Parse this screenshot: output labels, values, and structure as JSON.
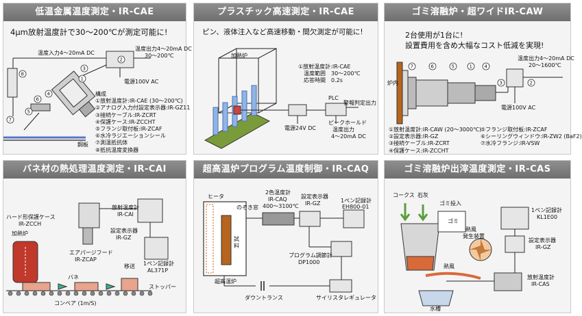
{
  "panels": [
    {
      "title": "低温金属温度測定・IR-CAE",
      "headline": "4μm放射温度計で30〜200℃が測定可能に!",
      "labels": {
        "input": "温度入力4〜20mA DC",
        "output1": "温度出力4〜20mA DC",
        "output2": "30〜200℃",
        "power": "電源100V AC",
        "steel": "鋼板"
      },
      "list_title": "構成",
      "list": [
        "①放射温度計:IR-CAE (30〜200℃)",
        "②アナログ入力付設定表示器:IR-GZ11",
        "③接続ケーブル:IR-ZCRT",
        "④保護ケース:IR-ZCCHT",
        "⑤フランジ取付板:IR-ZCAF",
        "⑥水冷ラジエーションシール",
        "⑦測温抵抗体",
        "⑧抵抗温度変換器"
      ]
    },
    {
      "title": "プラスチック高速測定・IR-CAE",
      "headline": "ピン、液体注入など高速移動・間欠測定が可能に!",
      "labels": {
        "furnace": "加熱炉",
        "spec1": "①放射温度計:IR-CAE",
        "spec2": "温度範囲　30〜200℃",
        "spec3": "応答時間　0.2s",
        "plc": "PLC",
        "alarm": "警報判定出力",
        "power": "電源24V DC",
        "peak1": "ピークホールド",
        "peak2": "温度出力",
        "peak3": "4〜20mA DC"
      }
    },
    {
      "title": "ゴミ溶融炉・超ワイドIR-CAW",
      "headline1": "2台使用が1台に!",
      "headline2": "設置費用を含め大幅なコスト低減を実現!",
      "labels": {
        "output1": "温度出力4〜20mA DC",
        "output2": "20〜1600℃",
        "inside": "炉内",
        "power": "電源100V AC"
      },
      "list_left": [
        "①放射温度計:IR-CAW (20〜3000℃)",
        "②設定表示器:IR-GZ",
        "③接続ケーブル:IR-ZCRT",
        "④保護ケース:IR-ZCCHT"
      ],
      "list_right": [
        "⑤フランジ取付板:IR-ZCAF",
        "⑥シーリングウィンドウ:IR-ZW2 (BaF2)",
        "⑦水冷フランジ:IR-VSW"
      ]
    },
    {
      "title": "バネ材の熱処理温度測定・IR-CAI",
      "labels": {
        "case1": "ハード形保護ケース",
        "case2": "IR-ZCCH",
        "thermo1": "放射温度計",
        "thermo2": "IR-CAI",
        "furnace": "加熱炉",
        "display1": "設定表示器",
        "display2": "IR-GZ",
        "hood1": "エアパージフード",
        "hood2": "IR-ZCAP",
        "rec1": "1ペン記録計",
        "rec2": "AL371P",
        "transfer": "移送",
        "spring": "バネ",
        "stopper": "ストッパー",
        "conveyor": "コンベア (1m/S)"
      }
    },
    {
      "title": "超高温炉プログラム温度制御・IR-CAQ",
      "labels": {
        "heater": "ヒータ",
        "window": "のぞき窓",
        "sample": "試料",
        "thermo1": "2色温度計",
        "thermo2": "IR-CAQ",
        "thermo3": "400〜3100℃",
        "display1": "設定表示器",
        "display2": "IR-GZ",
        "rec1": "1ペン記録計",
        "rec2": "EH800-01",
        "prog1": "プログラム調節計",
        "prog2": "DP1000",
        "furnace": "超高温炉",
        "trans": "ダウントランス",
        "thyristor": "サイリスタレギュレータ"
      }
    },
    {
      "title": "ゴミ溶融炉出滓温度測定・IR-CAS",
      "labels": {
        "coke": "コークス",
        "lime": "石灰",
        "garbage_in": "ゴミ投入",
        "garbage": "ゴミ",
        "hot1": "熱風",
        "hot2": "発生装置",
        "hot_air": "熱風",
        "rec1": "1ペン記録計",
        "rec2": "KL1E00",
        "display1": "設定表示器",
        "display2": "IR-GZ",
        "thermo1": "放射温度計",
        "thermo2": "IR-CAS",
        "tank": "水槽"
      }
    }
  ]
}
